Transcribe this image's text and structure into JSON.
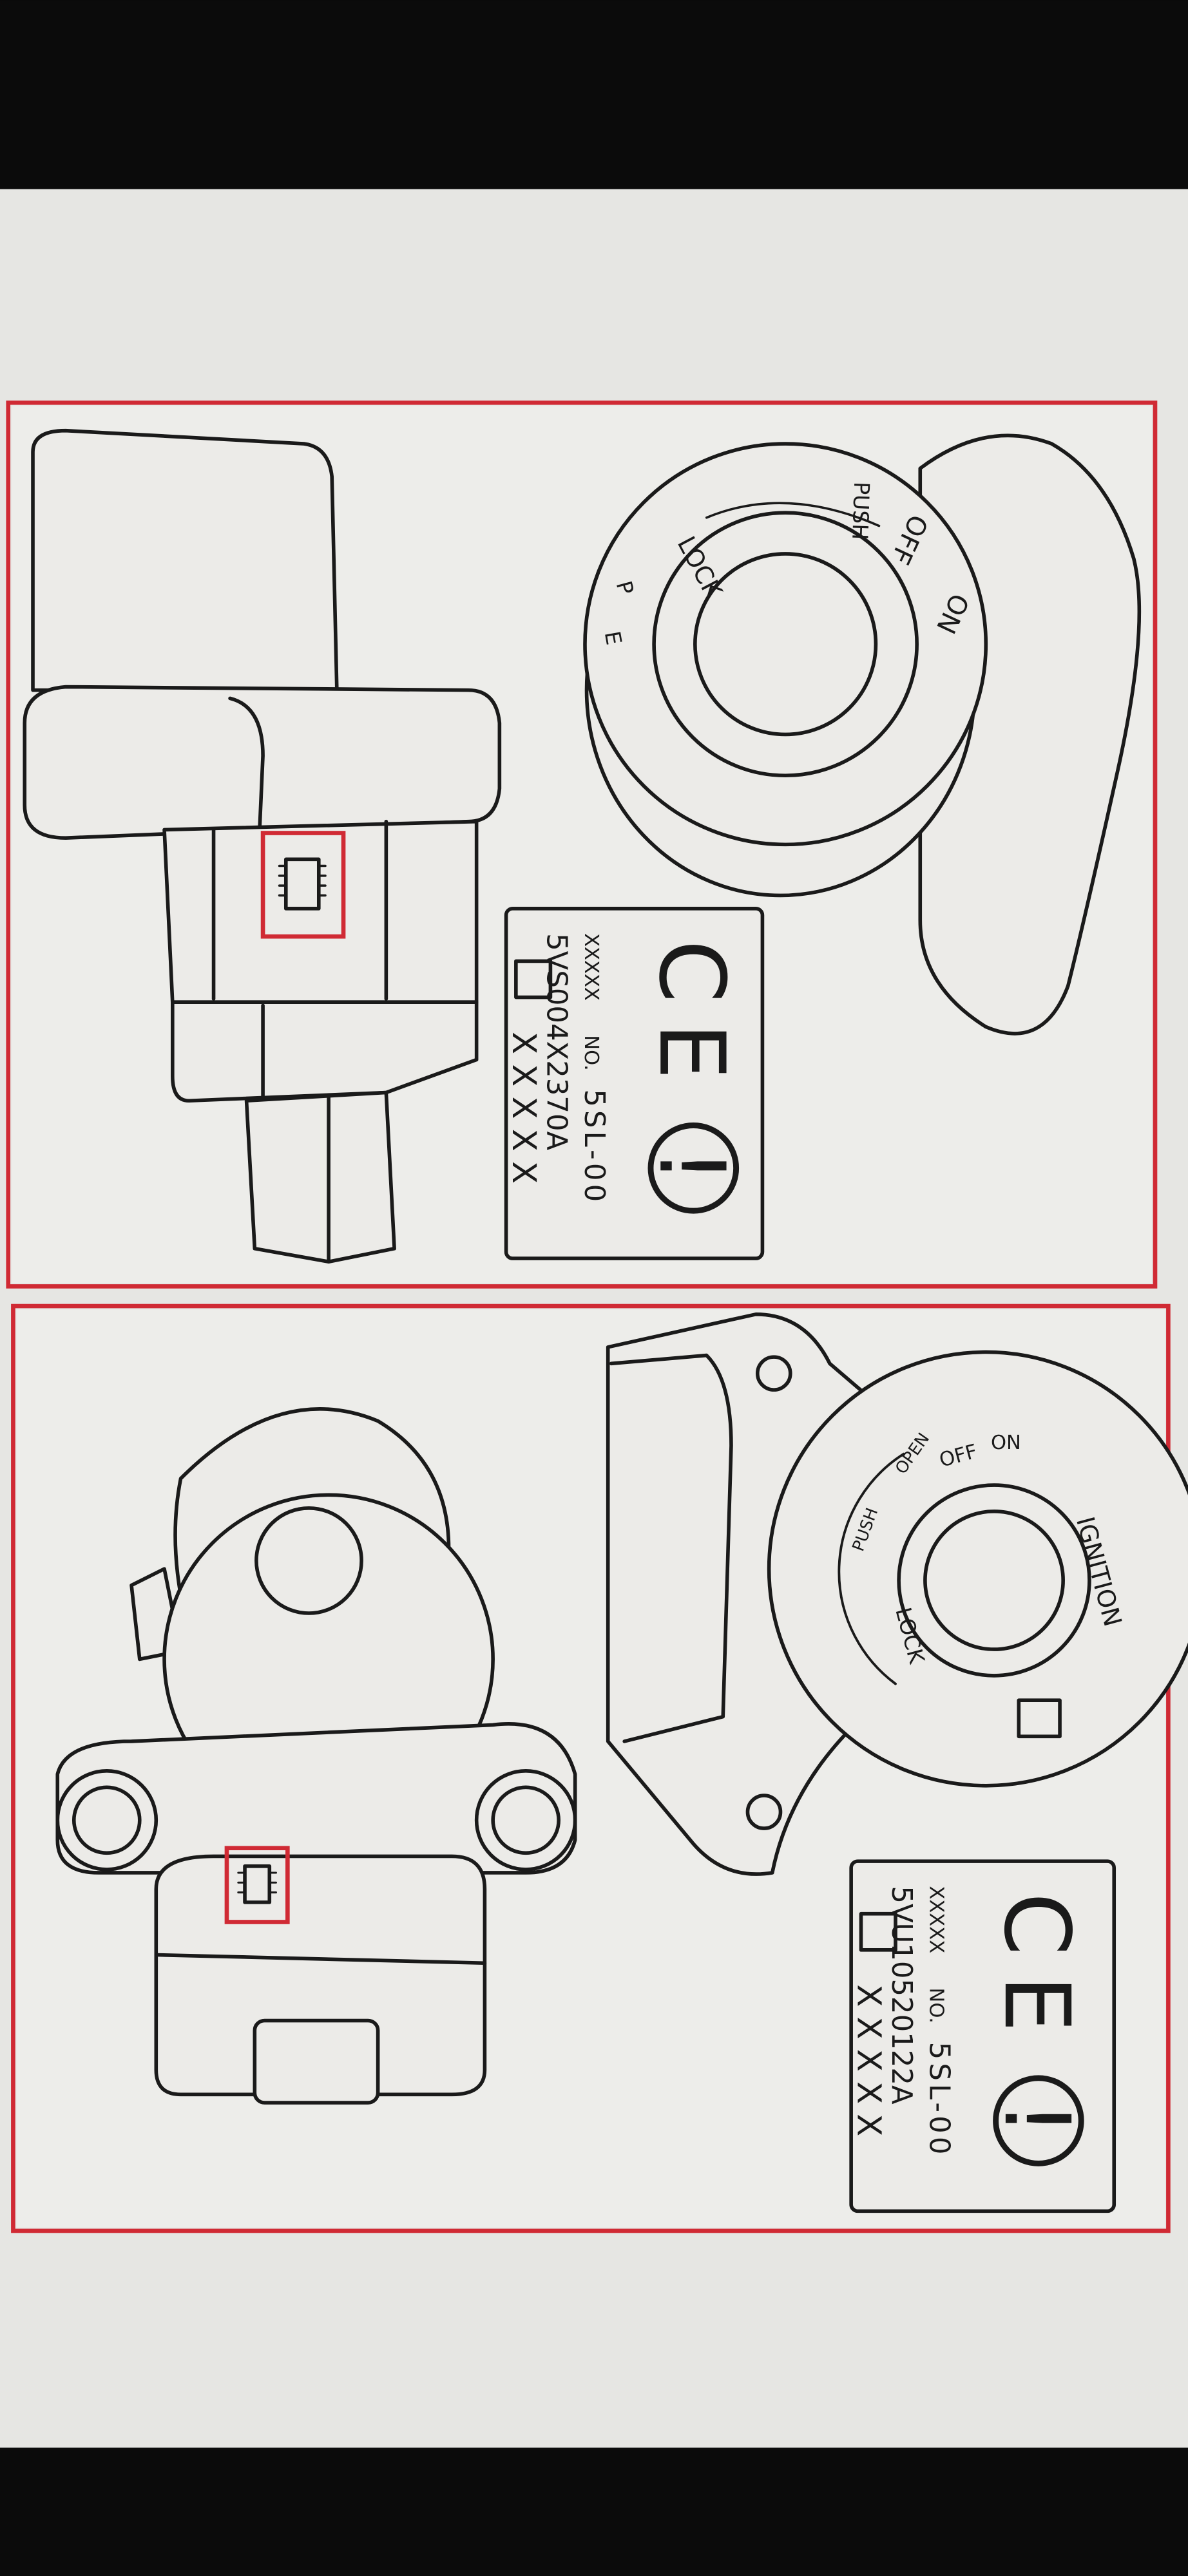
{
  "colors": {
    "frame": "#d02a34",
    "paper": "#e6e6e3",
    "ink": "#1a1a1a",
    "background": "#0b0b0b"
  },
  "panels": [
    {
      "name": "steering-lock-switch",
      "dial": {
        "lock": "LOCK",
        "p": "P",
        "e": "E",
        "push": "PUSH",
        "off": "OFF",
        "on": "ON"
      },
      "label": {
        "prefix": "XXXXX",
        "no": "NO.",
        "code": "5SL-00",
        "part": "5VS004X2370A",
        "serial": "XXXXX",
        "mark": "CE !"
      }
    },
    {
      "name": "ignition-switch",
      "dial": {
        "ignition": "IGNITION",
        "lock": "LOCK",
        "push": "PUSH",
        "open": "OPEN",
        "off": "OFF",
        "on": "ON"
      },
      "label": {
        "prefix": "XXXXX",
        "no": "NO.",
        "code": "5SL-00",
        "part": "5VU10520122A",
        "serial": "XXXXX",
        "mark": "CE !"
      }
    }
  ]
}
